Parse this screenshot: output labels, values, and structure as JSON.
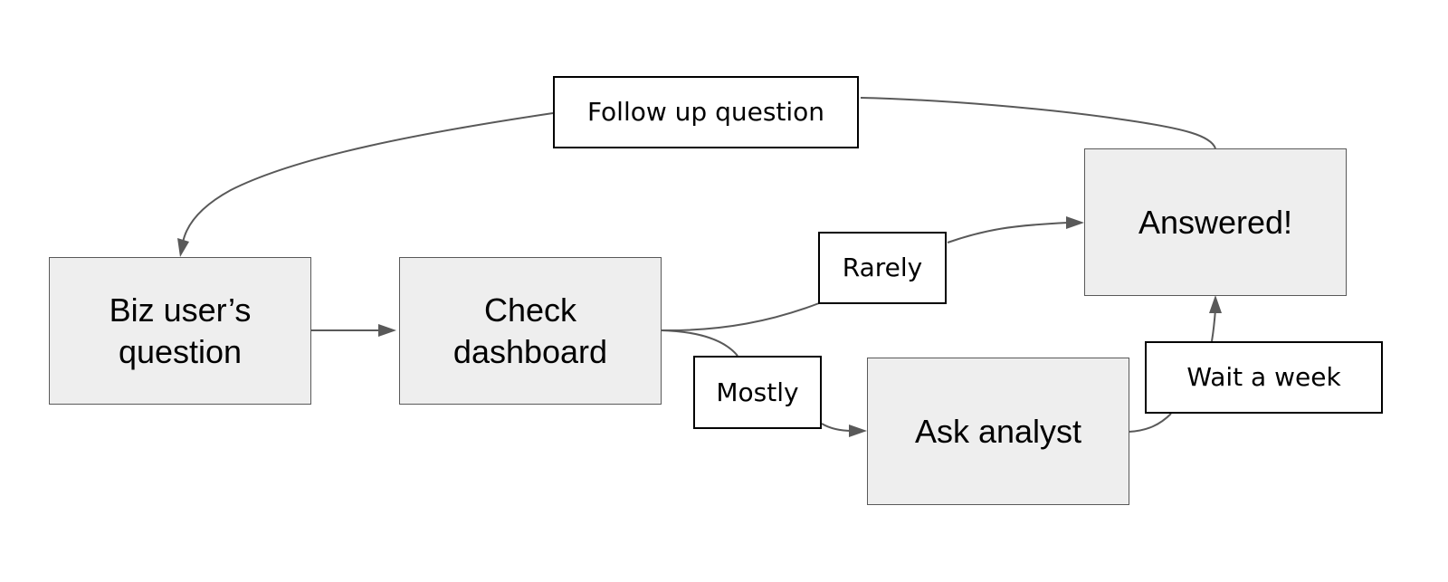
{
  "nodes": {
    "biz_question": "Biz user’s\nquestion",
    "check_dashboard": "Check\ndashboard",
    "ask_analyst": "Ask analyst",
    "answered": "Answered!"
  },
  "edge_labels": {
    "follow_up": "Follow up question",
    "rarely": "Rarely",
    "mostly": "Mostly",
    "wait_week": "Wait a week"
  },
  "colors": {
    "process_fill": "#eeeeee",
    "process_border": "#595959",
    "label_fill": "#ffffff",
    "label_border": "#000000",
    "edge": "#595959"
  }
}
